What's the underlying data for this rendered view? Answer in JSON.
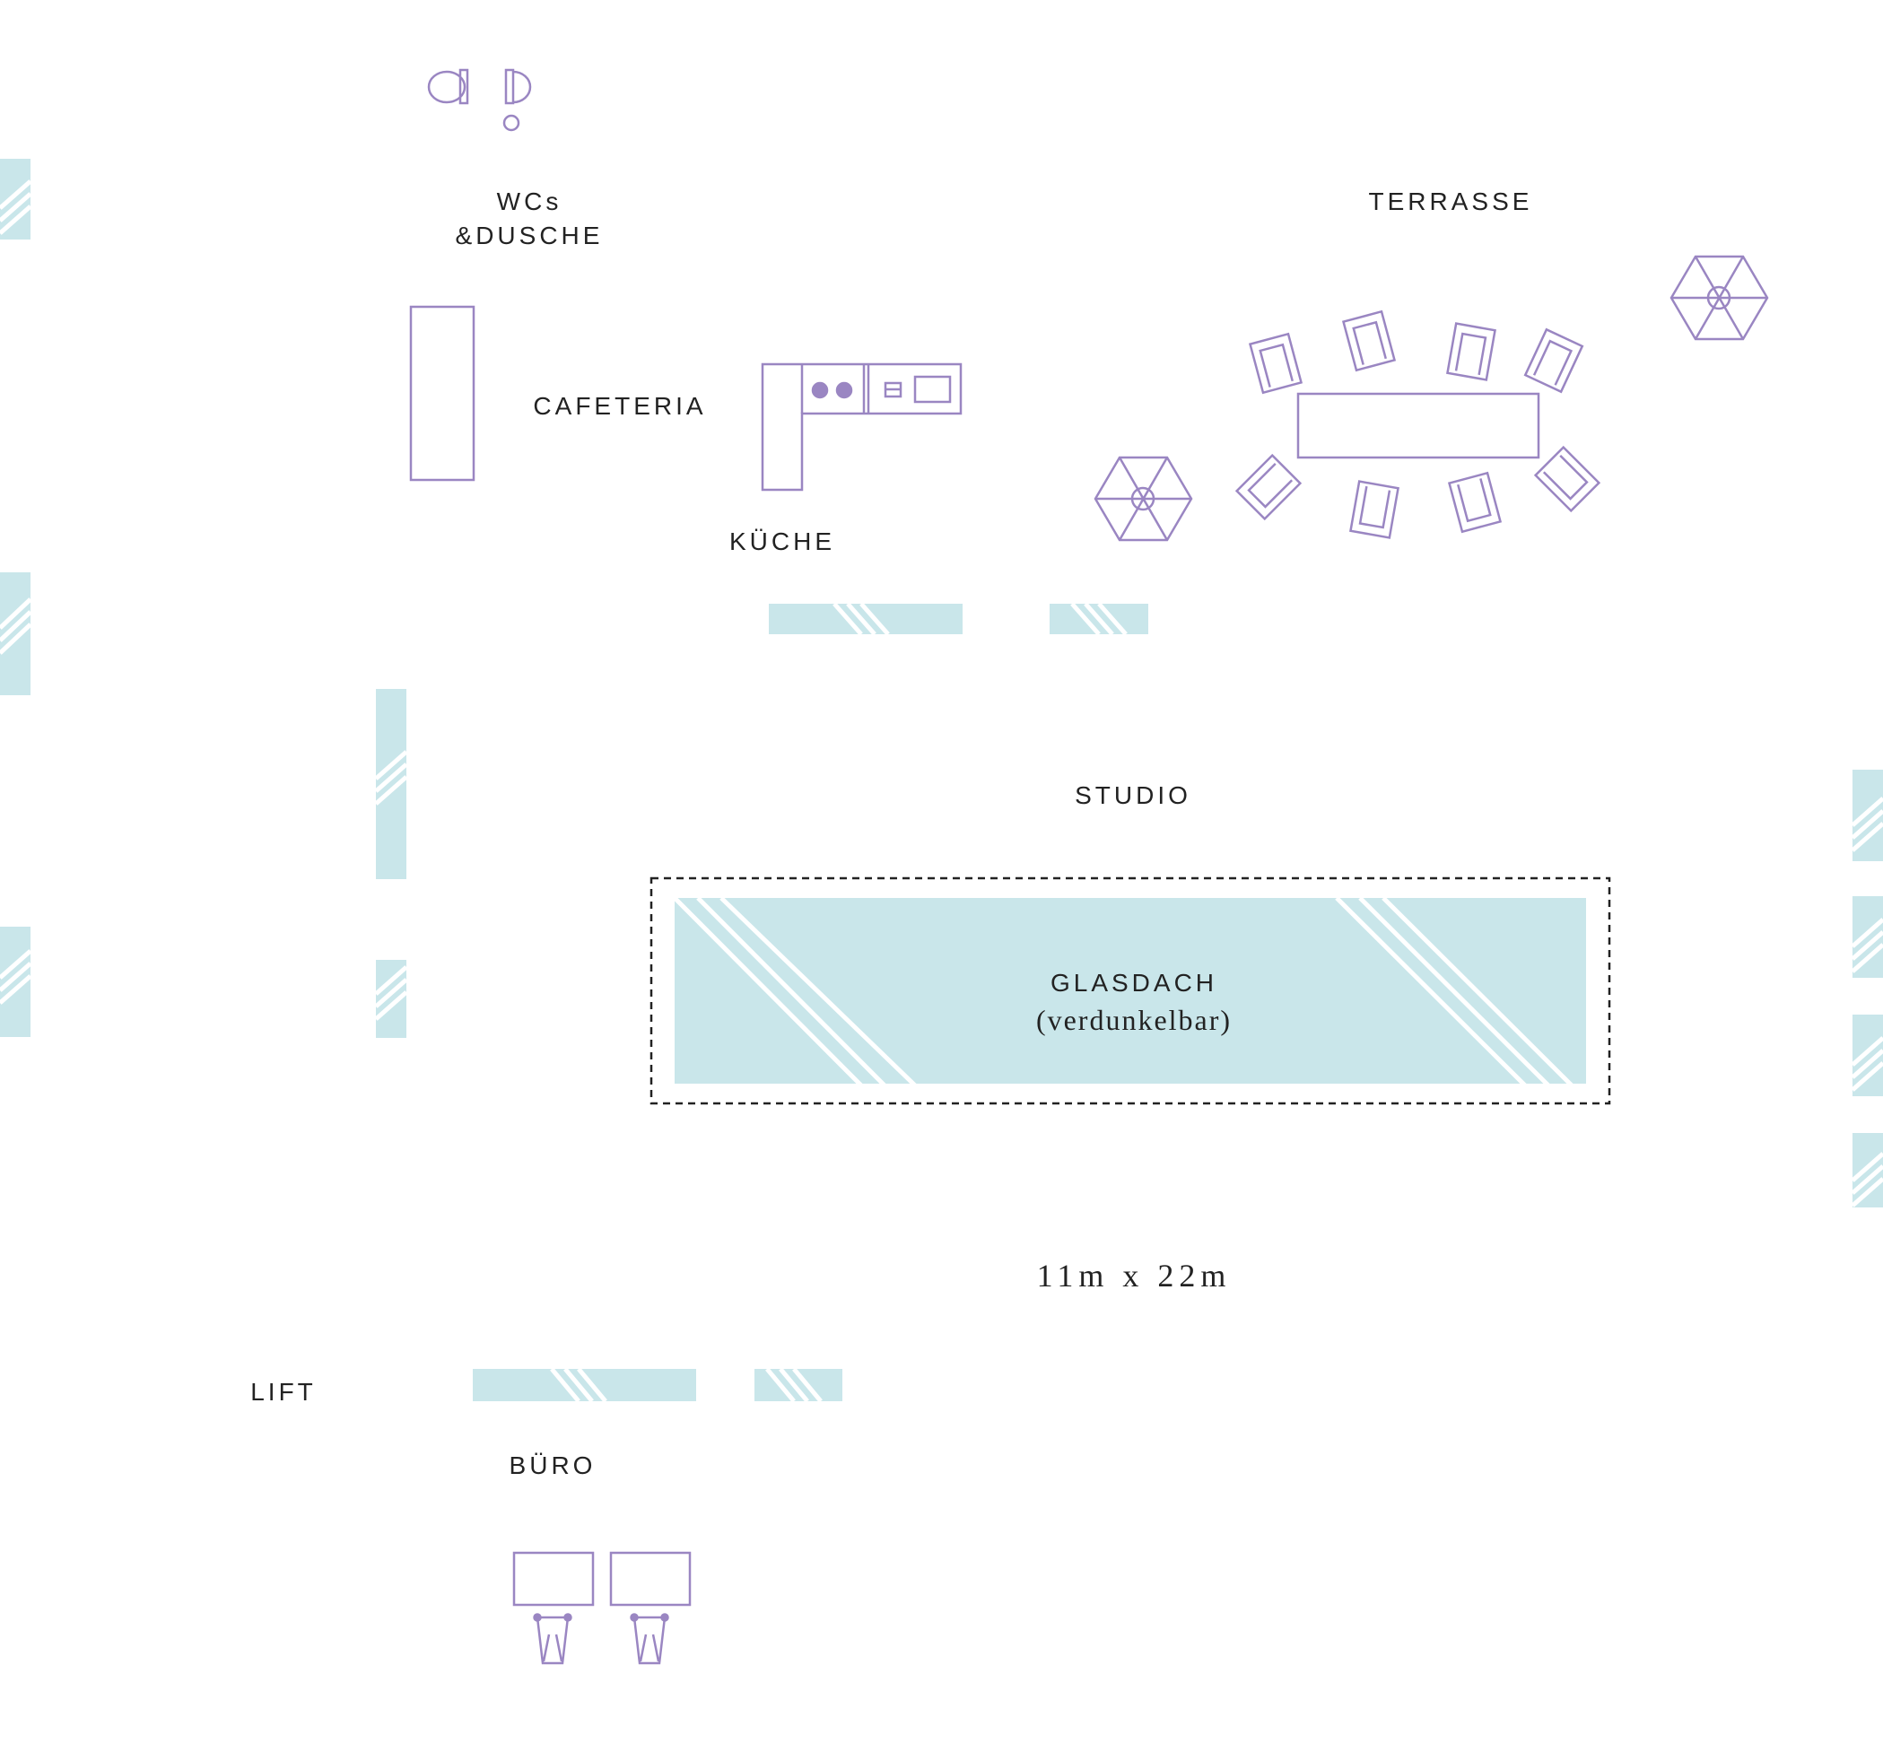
{
  "plan": {
    "labels": {
      "wc_line1": "WCs",
      "wc_line2": "&DUSCHE",
      "terrasse": "TERRASSE",
      "cafeteria": "CAFETERIA",
      "kueche": "KÜCHE",
      "studio": "STUDIO",
      "glasdach_line1": "GLASDACH",
      "glasdach_line2": "(verdunkelbar)",
      "dimensions": "11m x 22m",
      "lift": "LIFT",
      "buero": "BÜRO"
    },
    "colors": {
      "furniture": "#9a86c2",
      "glass": "#c9e6ea",
      "text": "#222222",
      "background": "#ffffff"
    },
    "icons": [
      "toilet-icon",
      "sink-icon",
      "counter-icon",
      "kitchen-icon",
      "umbrella-icon",
      "chair-icon",
      "table-icon",
      "desk-icon",
      "window-icon",
      "skylight-icon"
    ]
  }
}
